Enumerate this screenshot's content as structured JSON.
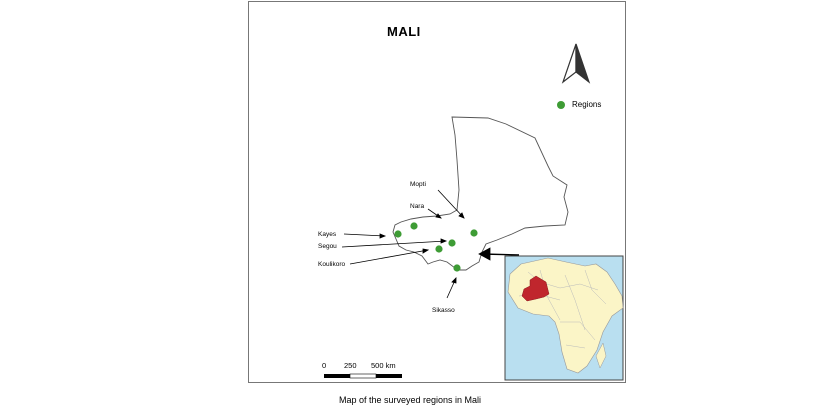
{
  "map": {
    "title": "MALI",
    "legend": {
      "label": "Regions",
      "color": "#3e9c35"
    },
    "regions": [
      "Mopti",
      "Nara",
      "Kayes",
      "Segou",
      "Koulikoro",
      "Sikasso"
    ],
    "scale_bar": {
      "ticks": [
        "0",
        "250",
        "500 km"
      ]
    },
    "inset": {
      "highlight_color": "#c0262d",
      "land_color": "#fbf5c7",
      "sea_color": "#b9dff0"
    }
  },
  "caption": "Map of the surveyed regions in Mali"
}
